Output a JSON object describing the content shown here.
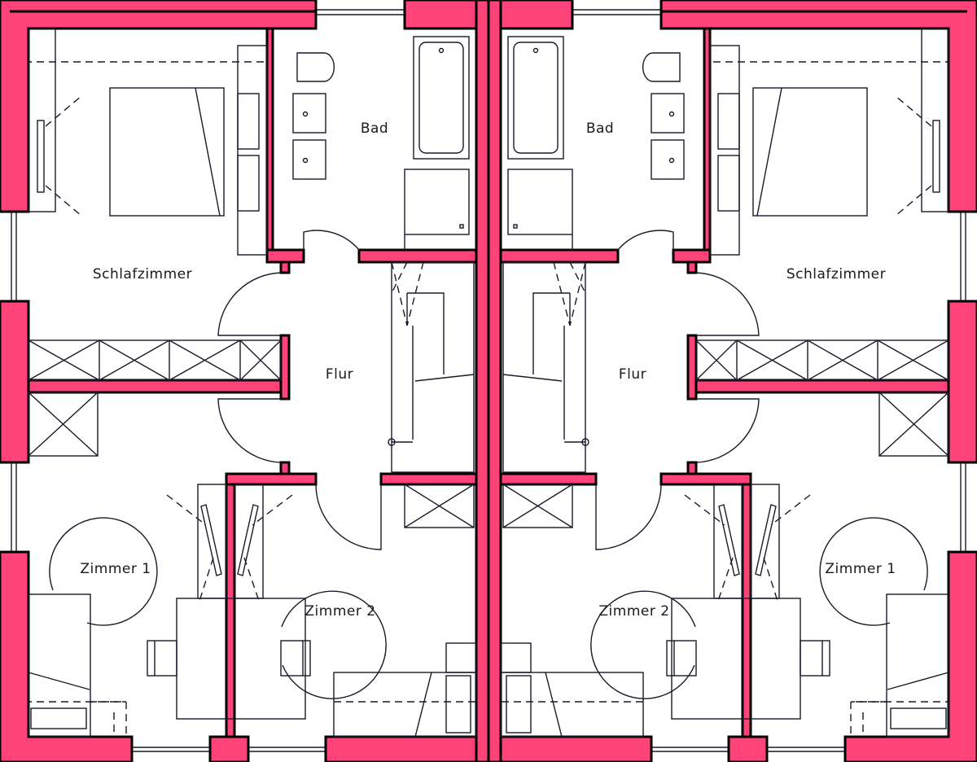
{
  "plan": {
    "wall_color": "#ff4278",
    "line_color": "#1a1a2a",
    "left_unit": {
      "rooms": [
        {
          "id": "bad",
          "label": "Bad"
        },
        {
          "id": "schlafzimmer",
          "label": "Schlafzimmer"
        },
        {
          "id": "flur",
          "label": "Flur"
        },
        {
          "id": "zimmer1",
          "label": "Zimmer 1"
        },
        {
          "id": "zimmer2",
          "label": "Zimmer 2"
        }
      ]
    },
    "right_unit": {
      "rooms": [
        {
          "id": "bad",
          "label": "Bad"
        },
        {
          "id": "schlafzimmer",
          "label": "Schlafzimmer"
        },
        {
          "id": "flur",
          "label": "Flur"
        },
        {
          "id": "zimmer1",
          "label": "Zimmer 1"
        },
        {
          "id": "zimmer2",
          "label": "Zimmer 2"
        }
      ]
    }
  }
}
